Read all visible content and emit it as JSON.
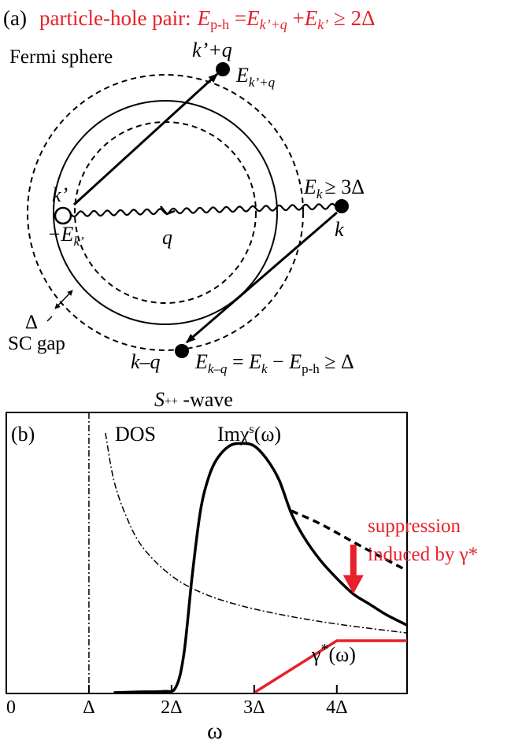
{
  "panel_a": {
    "label": "(a)",
    "header": {
      "text": "particle-hole pair:",
      "E": "E",
      "ph_sub": "p-h",
      "eq": " =",
      "E2": "E",
      "k_plus_q_sub": "k’+q",
      "plus": " +",
      "E3": "E",
      "kprime_sub": "k’",
      "geq": " ≥ 2Δ"
    },
    "fermi_sphere_label": "Fermi sphere",
    "kq_label": "k’+q",
    "E_kq": {
      "E": "E",
      "sub": "k’+q"
    },
    "kprime_label": "k’",
    "minusE_kprime": {
      "E": "−E",
      "sub": "k’"
    },
    "q_label": "q",
    "Ek_label": {
      "E": "E",
      "sub": "k",
      "rest": "≥ 3Δ"
    },
    "k_label": "k",
    "delta_label": "Δ",
    "sc_gap_label": "SC gap",
    "k_minus_q_label": "k–q",
    "E_kmq": {
      "E": "E",
      "sub": "k–q",
      "eq": " = ",
      "E2": "E",
      "sub2": "k",
      "minus": " − ",
      "E3": "E",
      "sub3": "p-h",
      "geq": " ≥ Δ"
    },
    "colors": {
      "accent": "#e8202a",
      "ink": "#000000"
    }
  },
  "panel_b": {
    "title": {
      "S": "S",
      "sup": "++",
      "rest": " -wave"
    },
    "label": "(b)",
    "dos_label": "DOS",
    "imchi_label": {
      "pre": "Imχ",
      "sup": "s",
      "post": "(ω)"
    },
    "suppression_line1": "suppression",
    "suppression_line2": "induced by γ*",
    "gamma_label": {
      "pre": "γ",
      "sup": "*",
      "post": "(ω)"
    },
    "xlabel": "ω",
    "xticks": [
      "0",
      "Δ",
      "2Δ",
      "3Δ",
      "4Δ"
    ]
  },
  "chart_data": {
    "type": "line",
    "xlabel": "ω",
    "x_unit": "Δ",
    "xlim": [
      0,
      4.85
    ],
    "xtick_values": [
      0,
      1,
      2,
      3,
      4
    ],
    "xtick_labels": [
      "0",
      "Δ",
      "2Δ",
      "3Δ",
      "4Δ"
    ],
    "y_scale": "arbitrary",
    "ylim": [
      0,
      1
    ],
    "grid": false,
    "series": [
      {
        "name": "Imχs(ω)",
        "style": "solid",
        "color": "#000000",
        "x": [
          1.3,
          1.6,
          1.9,
          2.05,
          2.15,
          2.25,
          2.35,
          2.45,
          2.55,
          2.7,
          2.85,
          3.0,
          3.15,
          3.3,
          3.45,
          3.6,
          3.8,
          4.0,
          4.2,
          4.4,
          4.6,
          4.85
        ],
        "y": [
          0.0,
          0.003,
          0.005,
          0.02,
          0.15,
          0.45,
          0.7,
          0.83,
          0.9,
          0.95,
          0.96,
          0.95,
          0.9,
          0.82,
          0.69,
          0.6,
          0.51,
          0.44,
          0.38,
          0.34,
          0.3,
          0.26
        ]
      },
      {
        "name": "Imχs(ω) without γ*",
        "style": "dashed",
        "color": "#000000",
        "x": [
          3.45,
          3.8,
          4.2,
          4.55,
          4.85
        ],
        "y": [
          0.7,
          0.65,
          0.58,
          0.52,
          0.47
        ]
      },
      {
        "name": "DOS",
        "style": "dashdot",
        "color": "#000000",
        "x": [
          1.2,
          1.3,
          1.45,
          1.65,
          2.0,
          2.4,
          2.9,
          3.5,
          4.1,
          4.85
        ],
        "y": [
          1.0,
          0.82,
          0.68,
          0.56,
          0.45,
          0.38,
          0.33,
          0.29,
          0.26,
          0.23
        ]
      },
      {
        "name": "γ*(ω)",
        "style": "solid",
        "color": "#e8202a",
        "x": [
          3.0,
          4.0,
          4.85
        ],
        "y": [
          0.0,
          0.2,
          0.2
        ]
      }
    ],
    "annotations": [
      {
        "text": "Δ",
        "type": "vertical-dashdot-line",
        "x": 1.0
      },
      {
        "text": "suppression induced by γ*",
        "type": "down-arrow",
        "x": 4.2,
        "y_from": 0.57,
        "y_to": 0.38,
        "color": "#e8202a"
      }
    ]
  }
}
